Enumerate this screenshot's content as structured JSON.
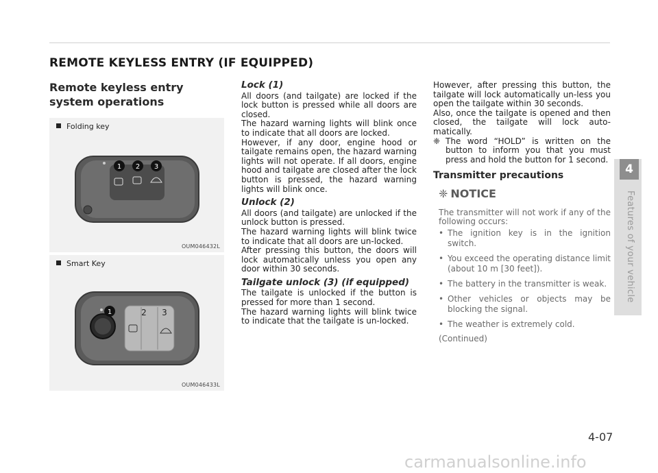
{
  "header": {
    "title": "REMOTE KEYLESS ENTRY (IF EQUIPPED)"
  },
  "section_title": "Remote keyless entry system operations",
  "figures": [
    {
      "caption": "Folding key",
      "code": "OUM046432L",
      "buttons": [
        "1",
        "2",
        "3"
      ]
    },
    {
      "caption": "Smart Key",
      "code": "OUM046433L",
      "buttons": [
        "1",
        "2",
        "3"
      ]
    }
  ],
  "lock": {
    "title": "Lock (1)",
    "p1": "All doors (and tailgate) are locked if the lock button is pressed while all doors are closed.",
    "p2": "The hazard warning lights will blink once to indicate that all doors are locked.",
    "p3": "However, if any door, engine hood or tailgate remains open, the hazard warning lights will not operate. If all doors, engine hood and tailgate are closed after the lock button is pressed, the hazard warning lights will blink once."
  },
  "unlock": {
    "title": "Unlock (2)",
    "p1": "All doors (and tailgate) are unlocked if the unlock button is pressed.",
    "p2": "The hazard warning lights will blink twice to indicate that all doors are un-locked.",
    "p3": "After pressing this button, the doors will lock automatically unless you open any door within 30 seconds."
  },
  "tailgate": {
    "title": "Tailgate unlock (3) (if equipped)",
    "p1": "The tailgate is unlocked if the button is pressed for more than 1 second.",
    "p2": "The hazard warning lights will blink twice to indicate that the tailgate is un-locked."
  },
  "col3": {
    "p1": "However, after pressing this button, the tailgate will lock automatically un-less you open the tailgate within 30 seconds.",
    "p2": "Also, once the tailgate is opened and then closed, the tailgate will lock auto-matically.",
    "note_mark": "❈",
    "note": "The word “HOLD” is written on the button to inform you that you must press and hold the button for 1 second.",
    "tp_title": "Transmitter precautions"
  },
  "notice": {
    "title": "NOTICE",
    "lead": "The transmitter will not work if any of the following occurs:",
    "items": [
      "The ignition key is in the ignition switch.",
      "You exceed the operating distance limit (about 10 m [30 feet]).",
      "The battery in the transmitter is weak.",
      "Other vehicles or objects may be blocking the signal.",
      "The weather is extremely cold."
    ],
    "continued": "(Continued)"
  },
  "sidebar": {
    "chapter": "4",
    "label": "Features of your vehicle"
  },
  "page_number": "4-07",
  "watermark": "carmanualsonline.info"
}
